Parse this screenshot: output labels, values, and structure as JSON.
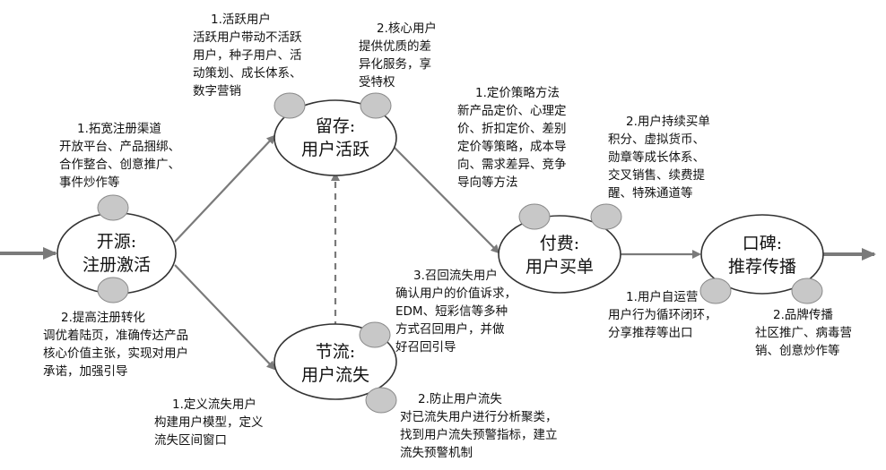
{
  "colors": {
    "arrow": "#7a7a7a",
    "node_stroke": "#333333",
    "node_fill": "#ffffff",
    "dot_fill": "#c8c8c8",
    "dot_stroke": "#8a8a8a"
  },
  "nodes": {
    "acquire": {
      "title": "开源:",
      "subtitle": "注册激活"
    },
    "retain": {
      "title": "留存:",
      "subtitle": "用户活跃"
    },
    "churn": {
      "title": "节流:",
      "subtitle": "用户流失"
    },
    "pay": {
      "title": "付费:",
      "subtitle": "用户买单"
    },
    "refer": {
      "title": "口碑:",
      "subtitle": "推荐传播"
    }
  },
  "notes": {
    "acq1": {
      "title": "1.拓宽注册渠道",
      "lines": [
        "开放平台、产品捆绑、",
        "合作整合、创意推广、",
        "事件炒作等"
      ]
    },
    "acq2": {
      "title": "2.提高注册转化",
      "lines": [
        "调优着陆页，准确传达产品",
        "核心价值主张，实现对用户",
        "承诺，加强引导"
      ]
    },
    "ret1": {
      "title": "1.活跃用户",
      "lines": [
        "活跃用户带动不活跃",
        "用户，种子用户、活",
        "动策划、成长体系、",
        "数字营销"
      ]
    },
    "ret2": {
      "title": "2.核心用户",
      "lines": [
        "提供优质的差",
        "异化服务，享",
        "受特权"
      ]
    },
    "chu1": {
      "title": "1.定义流失用户",
      "lines": [
        "构建用户模型，定义",
        "流失区间窗口"
      ]
    },
    "chu2": {
      "title": "2.防止用户流失",
      "lines": [
        "对已流失用户进行分析聚类，",
        "找到用户流失预警指标，建立",
        "流失预警机制"
      ]
    },
    "chu3": {
      "title": "3.召回流失用户",
      "lines": [
        "确认用户的价值诉求，",
        "EDM、短彩信等多种",
        "方式召回用户，并做",
        "好召回引导"
      ]
    },
    "pay1": {
      "title": "1.定价策略方法",
      "lines": [
        "新产品定价、心理定",
        "价、折扣定价、差别",
        "定价等策略，成本导",
        "向、需求差异、竞争",
        "导向等方法"
      ]
    },
    "pay2": {
      "title": "2.用户持续买单",
      "lines": [
        "积分、虚拟货币、",
        "勋章等成长体系、",
        "交叉销售、续费提",
        "醒、特殊通道等"
      ]
    },
    "ref1": {
      "title": "1.用户自运营",
      "lines": [
        "用户行为循环闭环，",
        "分享推荐等出口"
      ]
    },
    "ref2": {
      "title": "2.品牌传播",
      "lines": [
        "社区推广、病毒营",
        "销、创意炒作等"
      ]
    }
  }
}
